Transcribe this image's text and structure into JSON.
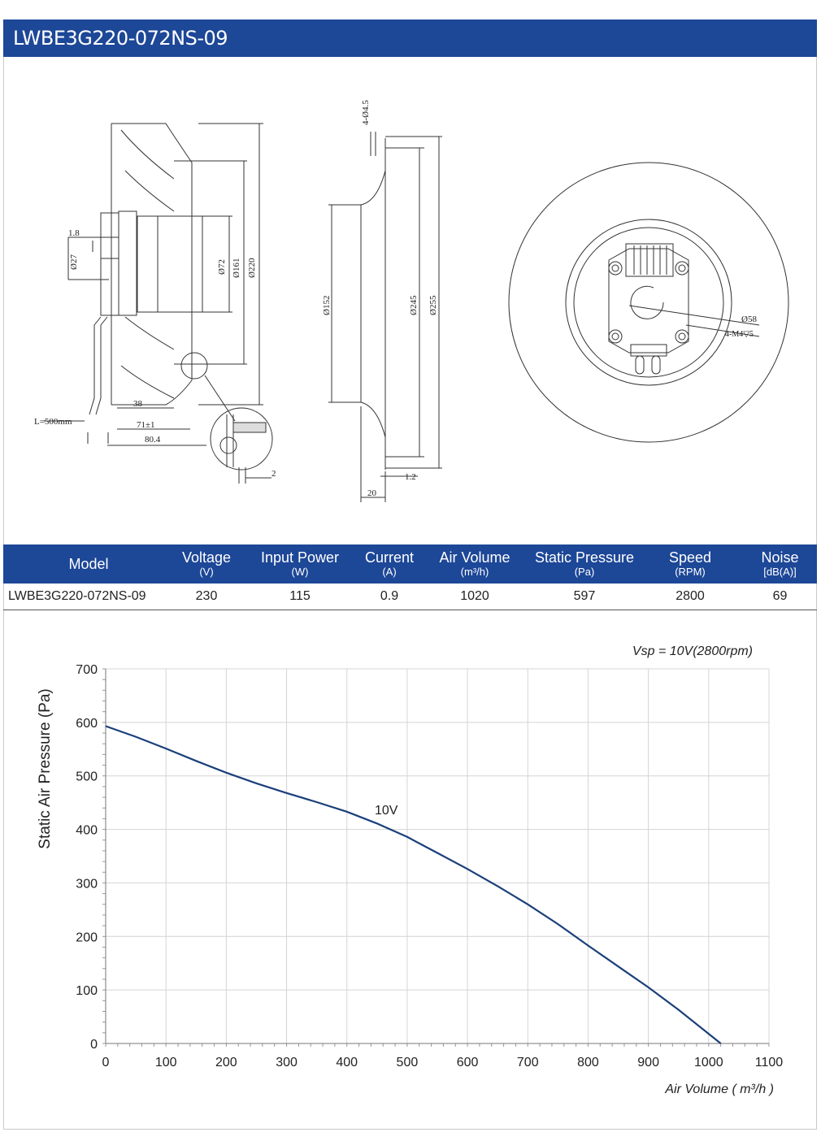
{
  "page": {
    "title": "LWBE3G220-072NS-09"
  },
  "drawing": {
    "labels": {
      "d1_8": "1.8",
      "d27": "Ø27",
      "d72": "Ø72",
      "d161": "Ø161",
      "d220": "Ø220",
      "d38": "38",
      "d71": "71±1",
      "d80_4": "80.4",
      "cable": "L=500mm",
      "d2": "2",
      "holes": "4-Ø4.5",
      "d152": "Ø152",
      "d245": "Ø245",
      "d255": "Ø255",
      "d1_2": "1.2",
      "d20": "20",
      "d58": "Ø58",
      "m4": "4-M4▽5"
    }
  },
  "specs": {
    "headers": [
      {
        "label": "Model",
        "unit": ""
      },
      {
        "label": "Voltage",
        "unit": "(V)"
      },
      {
        "label": "Input Power",
        "unit": "(W)"
      },
      {
        "label": "Current",
        "unit": "(A)"
      },
      {
        "label": "Air Volume",
        "unit": "(m³/h)"
      },
      {
        "label": "Static Pressure",
        "unit": "(Pa)"
      },
      {
        "label": "Speed",
        "unit": "(RPM)"
      },
      {
        "label": "Noise",
        "unit": "[dB(A)]"
      }
    ],
    "row": [
      "LWBE3G220-072NS-09",
      "230",
      "115",
      "0.9",
      "1020",
      "597",
      "2800",
      "69"
    ]
  },
  "chart_data": {
    "type": "line",
    "annotation": "Vsp = 10V(2800rpm)",
    "xlabel": "Air Volume ( m³/h )",
    "ylabel": "Static Air Pressure  (Pa)",
    "xlim": [
      0,
      1100
    ],
    "ylim": [
      0,
      700
    ],
    "x_ticks": [
      "0",
      "100",
      "200",
      "300",
      "400",
      "500",
      "600",
      "700",
      "800",
      "900",
      "1000",
      "1100"
    ],
    "y_ticks": [
      "0",
      "100",
      "200",
      "300",
      "400",
      "500",
      "600",
      "700"
    ],
    "grid": true,
    "series": [
      {
        "name": "10V",
        "color": "#1a3f7a",
        "x": [
          0,
          50,
          100,
          150,
          200,
          250,
          300,
          350,
          400,
          450,
          500,
          550,
          600,
          650,
          700,
          750,
          800,
          850,
          900,
          950,
          1000,
          1020
        ],
        "y": [
          593,
          573,
          551,
          528,
          506,
          486,
          468,
          451,
          433,
          411,
          386,
          356,
          326,
          294,
          260,
          223,
          183,
          144,
          105,
          63,
          18,
          0
        ]
      }
    ]
  }
}
